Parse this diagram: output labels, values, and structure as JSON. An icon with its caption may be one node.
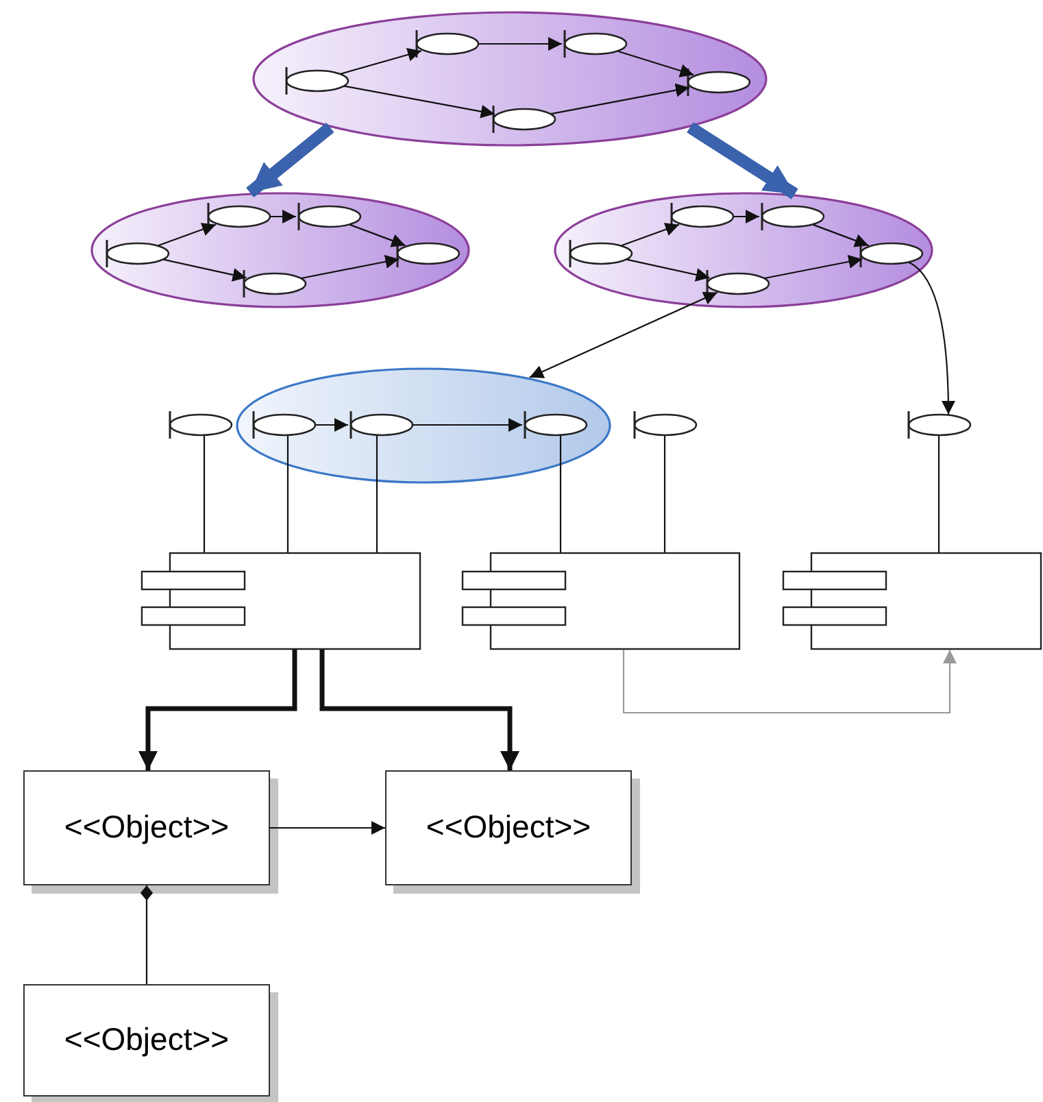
{
  "diagram": {
    "nodes": [
      {
        "text": [],
        "shape": "ellipse"
      },
      {
        "text": [],
        "shape": "ellipse",
        "in": 0
      },
      {
        "text": [],
        "shape": "ellipse",
        "in": 0
      },
      {
        "text": [],
        "shape": "ellipse",
        "in": 0
      },
      {
        "text": [],
        "shape": "ellipse",
        "in": 0
      },
      {
        "text": [],
        "shape": "ellipse",
        "in": 0
      },
      {
        "text": [],
        "shape": "ellipse"
      },
      {
        "text": [],
        "shape": "ellipse",
        "in": 6
      },
      {
        "text": [],
        "shape": "ellipse",
        "in": 6
      },
      {
        "text": [],
        "shape": "ellipse",
        "in": 6
      },
      {
        "text": [],
        "shape": "ellipse",
        "in": 6
      },
      {
        "text": [],
        "shape": "ellipse",
        "in": 6
      },
      {
        "text": [],
        "shape": "ellipse"
      },
      {
        "text": [],
        "shape": "ellipse",
        "in": 12
      },
      {
        "text": [],
        "shape": "ellipse",
        "in": 12
      },
      {
        "text": [],
        "shape": "ellipse",
        "in": 12
      },
      {
        "text": [],
        "shape": "ellipse",
        "in": 12
      },
      {
        "text": [],
        "shape": "ellipse",
        "in": 12
      },
      {
        "text": [],
        "shape": "ellipse"
      },
      {
        "text": [],
        "shape": "ellipse",
        "in": 18
      },
      {
        "text": [],
        "shape": "ellipse",
        "in": 18
      },
      {
        "text": [],
        "shape": "ellipse",
        "in": 18
      },
      {
        "text": [],
        "shape": "ellipse"
      },
      {
        "text": [],
        "shape": "ellipse"
      },
      {
        "text": [],
        "shape": "ellipse"
      },
      {
        "text": [],
        "shape": "component"
      },
      {
        "text": [],
        "shape": "component"
      },
      {
        "text": [],
        "shape": "component"
      },
      {
        "text": [
          "<<Object>>"
        ]
      },
      {
        "text": [
          "<<Object>>"
        ]
      },
      {
        "text": [
          "<<Object>>"
        ]
      }
    ],
    "edges": [
      {
        "from": 1,
        "to": 2,
        "arrow": "to"
      },
      {
        "from": 2,
        "to": 3,
        "arrow": "to"
      },
      {
        "from": 3,
        "to": 4,
        "arrow": "to"
      },
      {
        "from": 1,
        "to": 5,
        "arrow": "to"
      },
      {
        "from": 5,
        "to": 4,
        "arrow": "to"
      },
      {
        "from": 7,
        "to": 8,
        "arrow": "to"
      },
      {
        "from": 8,
        "to": 9,
        "arrow": "to"
      },
      {
        "from": 9,
        "to": 10,
        "arrow": "to"
      },
      {
        "from": 7,
        "to": 11,
        "arrow": "to"
      },
      {
        "from": 11,
        "to": 10,
        "arrow": "to"
      },
      {
        "from": 13,
        "to": 14,
        "arrow": "to"
      },
      {
        "from": 14,
        "to": 15,
        "arrow": "to"
      },
      {
        "from": 15,
        "to": 16,
        "arrow": "to"
      },
      {
        "from": 13,
        "to": 17,
        "arrow": "to"
      },
      {
        "from": 17,
        "to": 16,
        "arrow": "to"
      },
      {
        "from": 0,
        "to": 6,
        "arrow": "to",
        "style": "thick",
        "color": "#3a62ad"
      },
      {
        "from": 0,
        "to": 12,
        "arrow": "to",
        "style": "thick",
        "color": "#3a62ad"
      },
      {
        "from": 17,
        "to": 18,
        "arrow": "both"
      },
      {
        "from": 16,
        "to": 24,
        "arrow": "to"
      },
      {
        "from": 19,
        "to": 20,
        "arrow": "to"
      },
      {
        "from": 20,
        "to": 21,
        "arrow": "to"
      },
      {
        "from": 22,
        "to": 25,
        "arrow": "none"
      },
      {
        "from": 19,
        "to": 25,
        "arrow": "none"
      },
      {
        "from": 20,
        "to": 25,
        "arrow": "none"
      },
      {
        "from": 21,
        "to": 26,
        "arrow": "none"
      },
      {
        "from": 23,
        "to": 26,
        "arrow": "none"
      },
      {
        "from": 24,
        "to": 27,
        "arrow": "none"
      },
      {
        "from": 26,
        "to": 27,
        "arrow": "to",
        "color": "#999999"
      },
      {
        "from": 25,
        "to": 28,
        "arrow": "to",
        "style": "thick"
      },
      {
        "from": 25,
        "to": 29,
        "arrow": "to",
        "style": "thick"
      },
      {
        "from": 28,
        "to": 29,
        "arrow": "to"
      },
      {
        "from": 30,
        "to": 28,
        "arrow": "other"
      }
    ]
  }
}
